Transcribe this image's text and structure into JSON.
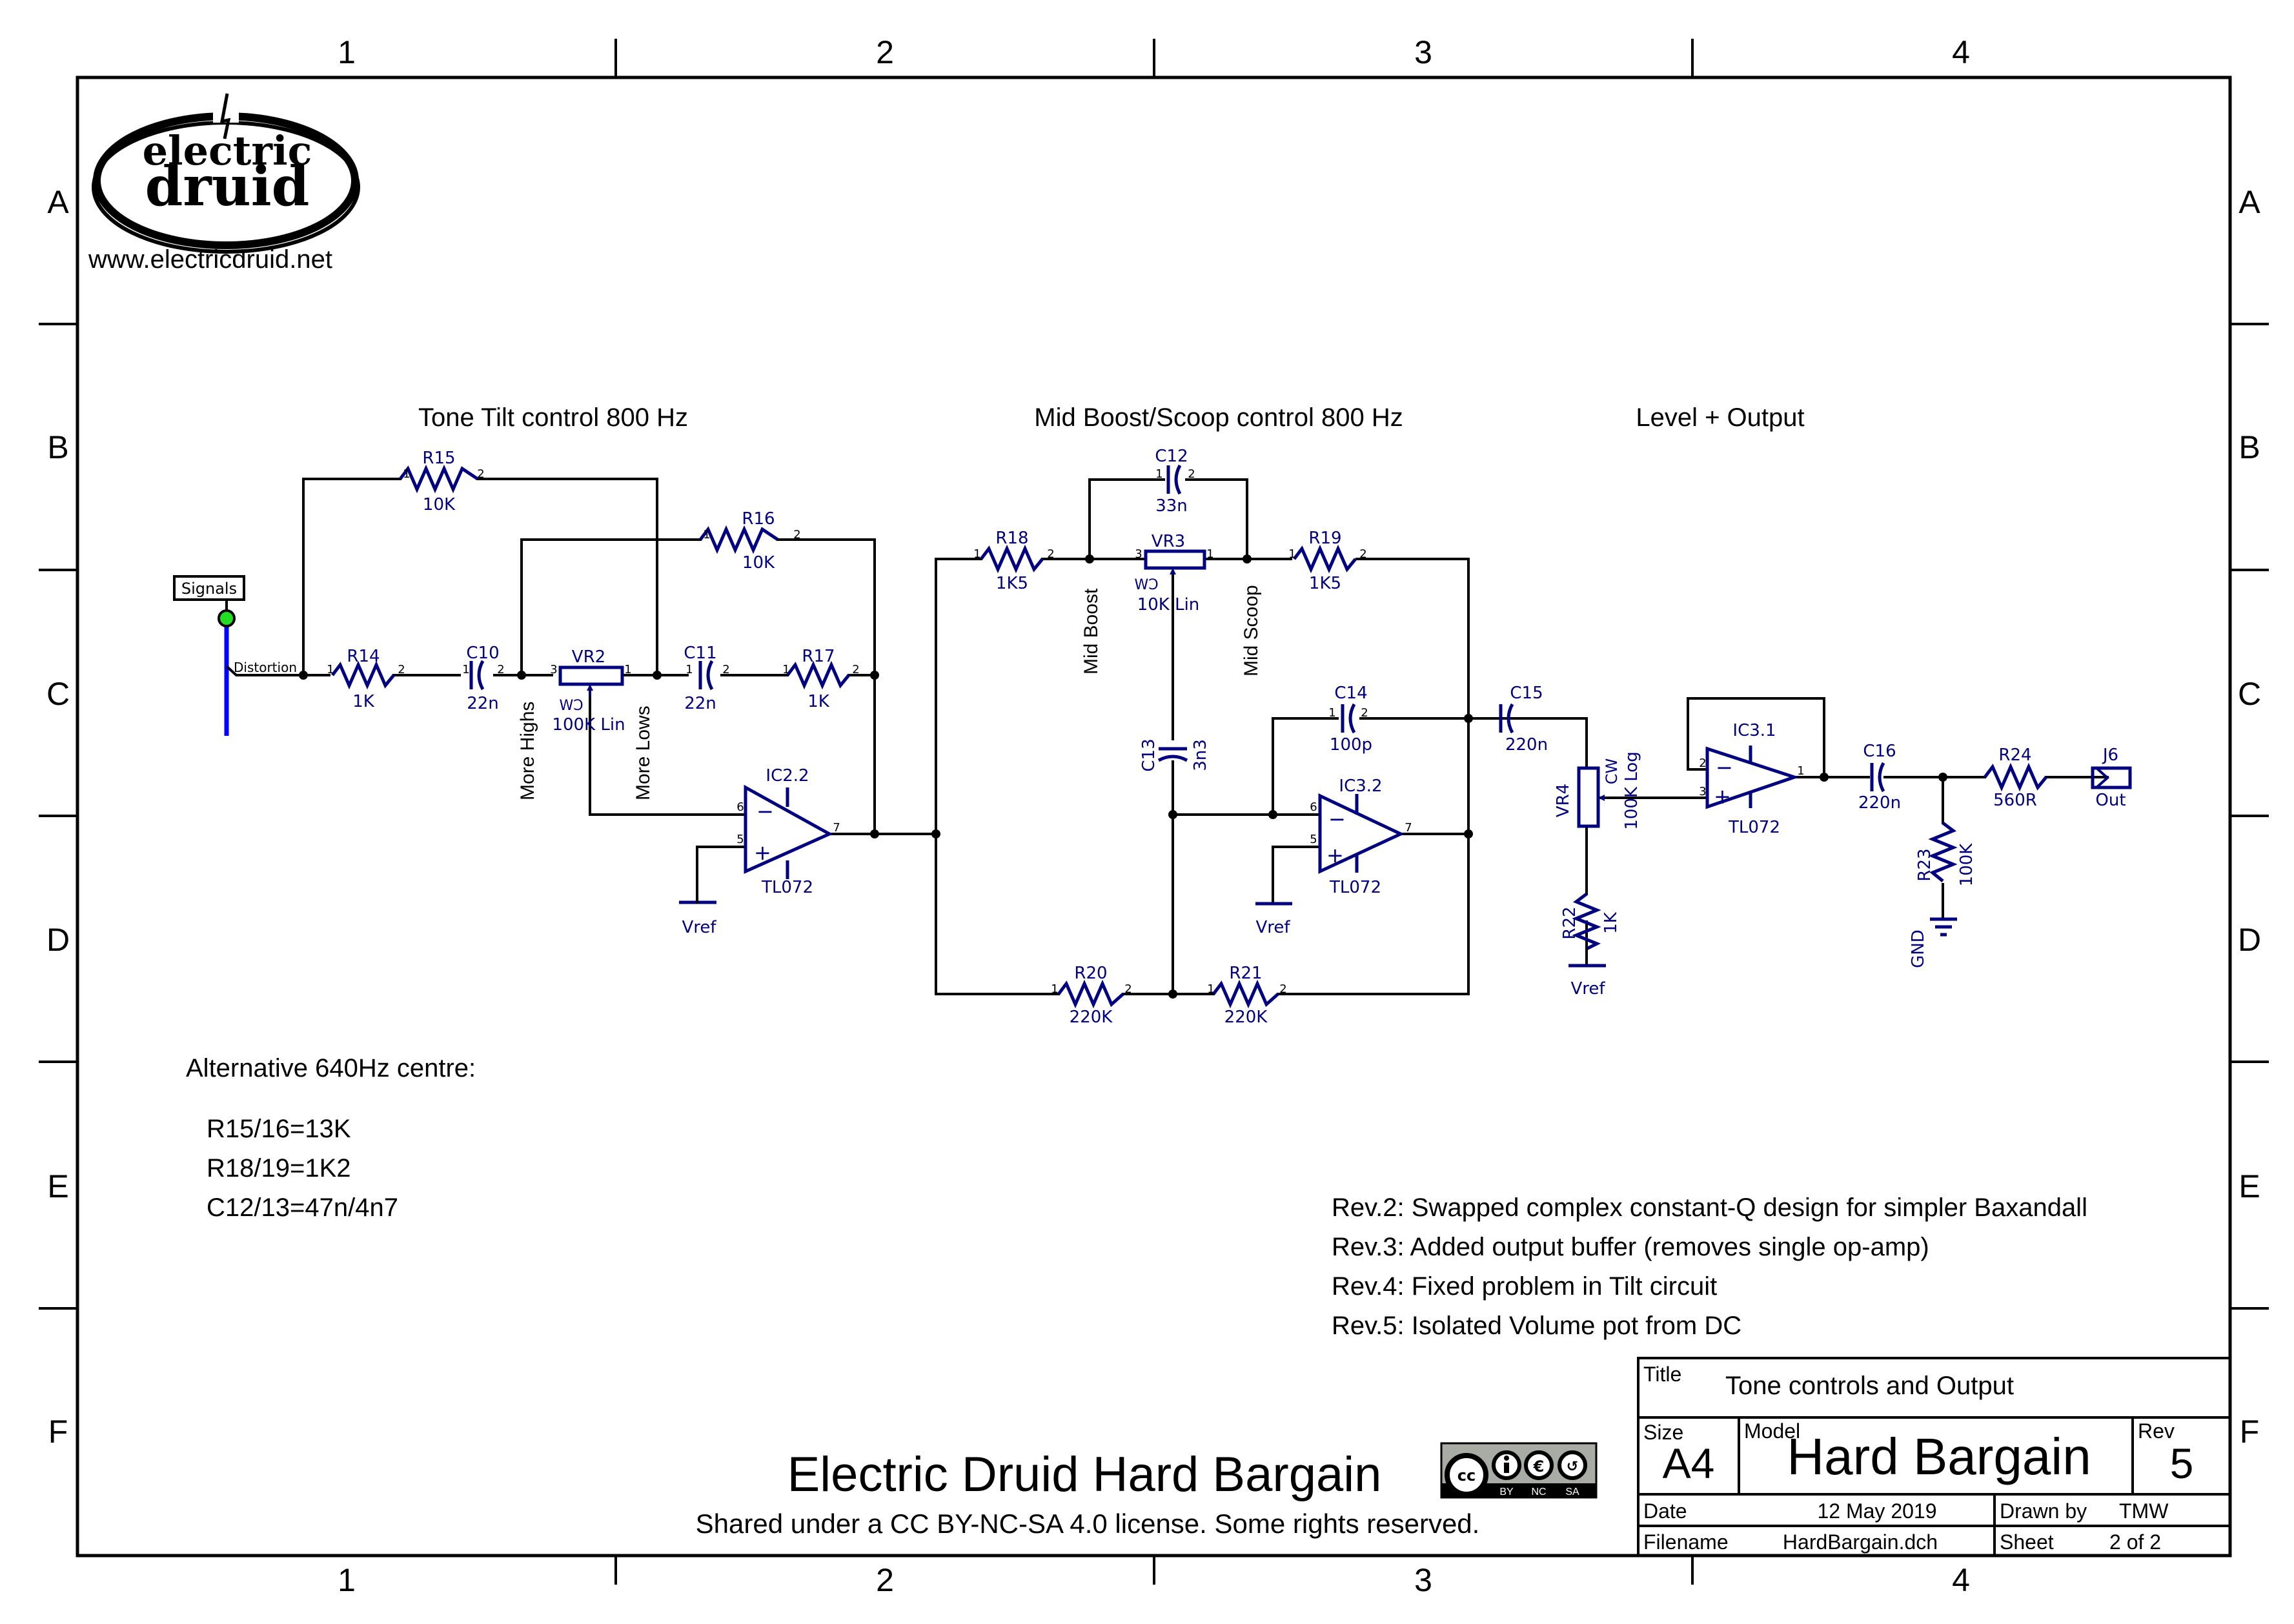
{
  "grid": {
    "columns": [
      "1",
      "2",
      "3",
      "4"
    ],
    "rows": [
      "A",
      "B",
      "C",
      "D",
      "E",
      "F"
    ]
  },
  "logo": {
    "line1": "electric",
    "line2": "druid",
    "url": "www.electricdruid.net"
  },
  "sections": {
    "tilt": "Tone Tilt control 800 Hz",
    "mid": "Mid Boost/Scoop control 800 Hz",
    "output": "Level + Output"
  },
  "net_labels": {
    "signals_bus": "Signals",
    "distortion": "Distortion",
    "more_highs": "More Highs",
    "more_lows": "More Lows",
    "mid_boost": "Mid Boost",
    "mid_scoop": "Mid Scoop",
    "vref": "Vref",
    "gnd": "GND",
    "cw": "CW"
  },
  "components": {
    "R14": {
      "ref": "R14",
      "value": "1K"
    },
    "R15": {
      "ref": "R15",
      "value": "10K"
    },
    "R16": {
      "ref": "R16",
      "value": "10K"
    },
    "R17": {
      "ref": "R17",
      "value": "1K"
    },
    "R18": {
      "ref": "R18",
      "value": "1K5"
    },
    "R19": {
      "ref": "R19",
      "value": "1K5"
    },
    "R20": {
      "ref": "R20",
      "value": "220K"
    },
    "R21": {
      "ref": "R21",
      "value": "220K"
    },
    "R22": {
      "ref": "R22",
      "value": "1K"
    },
    "R23": {
      "ref": "R23",
      "value": "100K"
    },
    "R24": {
      "ref": "R24",
      "value": "560R"
    },
    "C10": {
      "ref": "C10",
      "value": "22n"
    },
    "C11": {
      "ref": "C11",
      "value": "22n"
    },
    "C12": {
      "ref": "C12",
      "value": "33n"
    },
    "C13": {
      "ref": "C13",
      "value": "3n3"
    },
    "C14": {
      "ref": "C14",
      "value": "100p"
    },
    "C15": {
      "ref": "C15",
      "value": "220n"
    },
    "C16": {
      "ref": "C16",
      "value": "220n"
    },
    "VR2": {
      "ref": "VR2",
      "value": "100K Lin"
    },
    "VR3": {
      "ref": "VR3",
      "value": "10K Lin"
    },
    "VR4": {
      "ref": "VR4",
      "value": "100K Log"
    },
    "IC2_2": {
      "ref": "IC2.2",
      "value": "TL072"
    },
    "IC3_2": {
      "ref": "IC3.2",
      "value": "TL072"
    },
    "IC3_1": {
      "ref": "IC3.1",
      "value": "TL072"
    },
    "J6": {
      "ref": "J6",
      "value": "Out"
    }
  },
  "pins": {
    "p1": "1",
    "p2": "2",
    "p3": "3",
    "p5": "5",
    "p6": "6",
    "p7": "7"
  },
  "alt_notes": {
    "heading": "Alternative 640Hz centre:",
    "lines": [
      "R15/16=13K",
      "R18/19=1K2",
      "C12/13=47n/4n7"
    ]
  },
  "revisions": [
    "Rev.2: Swapped complex constant-Q design for simpler Baxandall",
    "Rev.3: Added output buffer (removes single op-amp)",
    "Rev.4: Fixed problem in Tilt circuit",
    "Rev.5: Isolated Volume pot from DC"
  ],
  "footer": {
    "project_title": "Electric Druid Hard Bargain",
    "license_text": "Shared under a CC BY-NC-SA 4.0 license. Some rights reserved.",
    "cc_badge": {
      "icon": "cc-by-nc-sa-icon",
      "labels": [
        "BY",
        "NC",
        "SA"
      ]
    }
  },
  "title_block": {
    "title_label": "Title",
    "title": "Tone controls and Output",
    "size_label": "Size",
    "size": "A4",
    "model_label": "Model",
    "model": "Hard Bargain",
    "rev_label": "Rev",
    "rev": "5",
    "date_label": "Date",
    "date": "12 May 2019",
    "drawn_by_label": "Drawn by",
    "drawn_by": "TMW",
    "filename_label": "Filename",
    "filename": "HardBargain.dch",
    "sheet_label": "Sheet",
    "sheet": "2 of 2"
  },
  "colors": {
    "component": "#000080",
    "wire": "#000000",
    "bus": "#0000ff",
    "bus_node": "#00e000"
  }
}
